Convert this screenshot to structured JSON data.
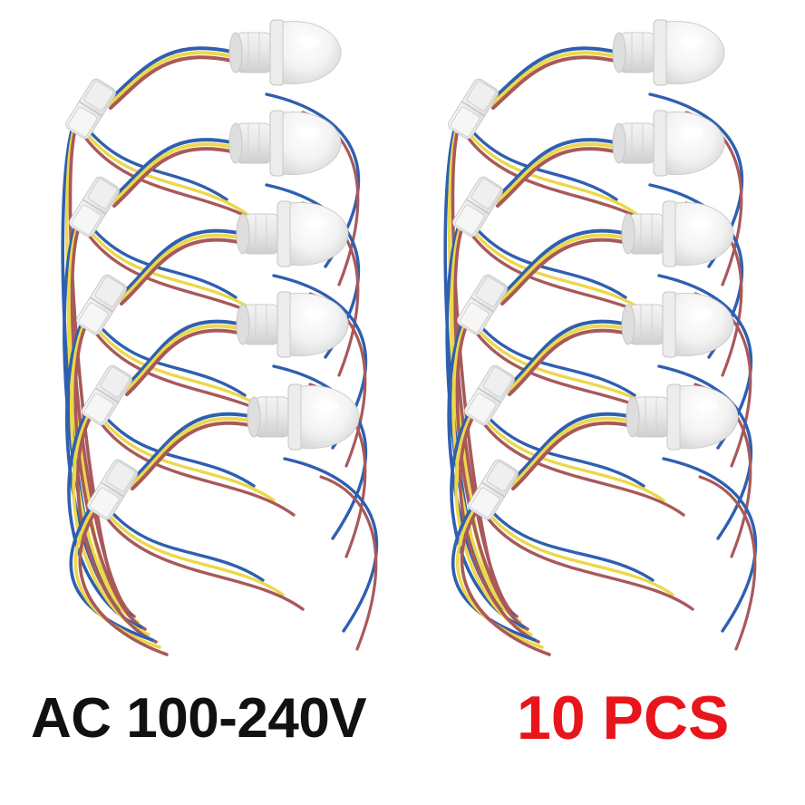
{
  "labels": {
    "voltage": "AC 100-240V",
    "quantity": "10 PCS"
  },
  "colors": {
    "background": "#ffffff",
    "voltage_text": "#111111",
    "quantity_text": "#e8161c",
    "wire_blue": "#2f5fb0",
    "wire_yellow": "#ecd84a",
    "wire_brown": "#a8595a",
    "sensor_body": "#e9e9e9",
    "sensor_dome": "#f7f7f7",
    "connector": "#eeeeee"
  },
  "product": {
    "item_name": "pir-motion-sensor",
    "sensors_shown": 10,
    "wire_colors": [
      "blue",
      "yellow",
      "brown"
    ]
  }
}
